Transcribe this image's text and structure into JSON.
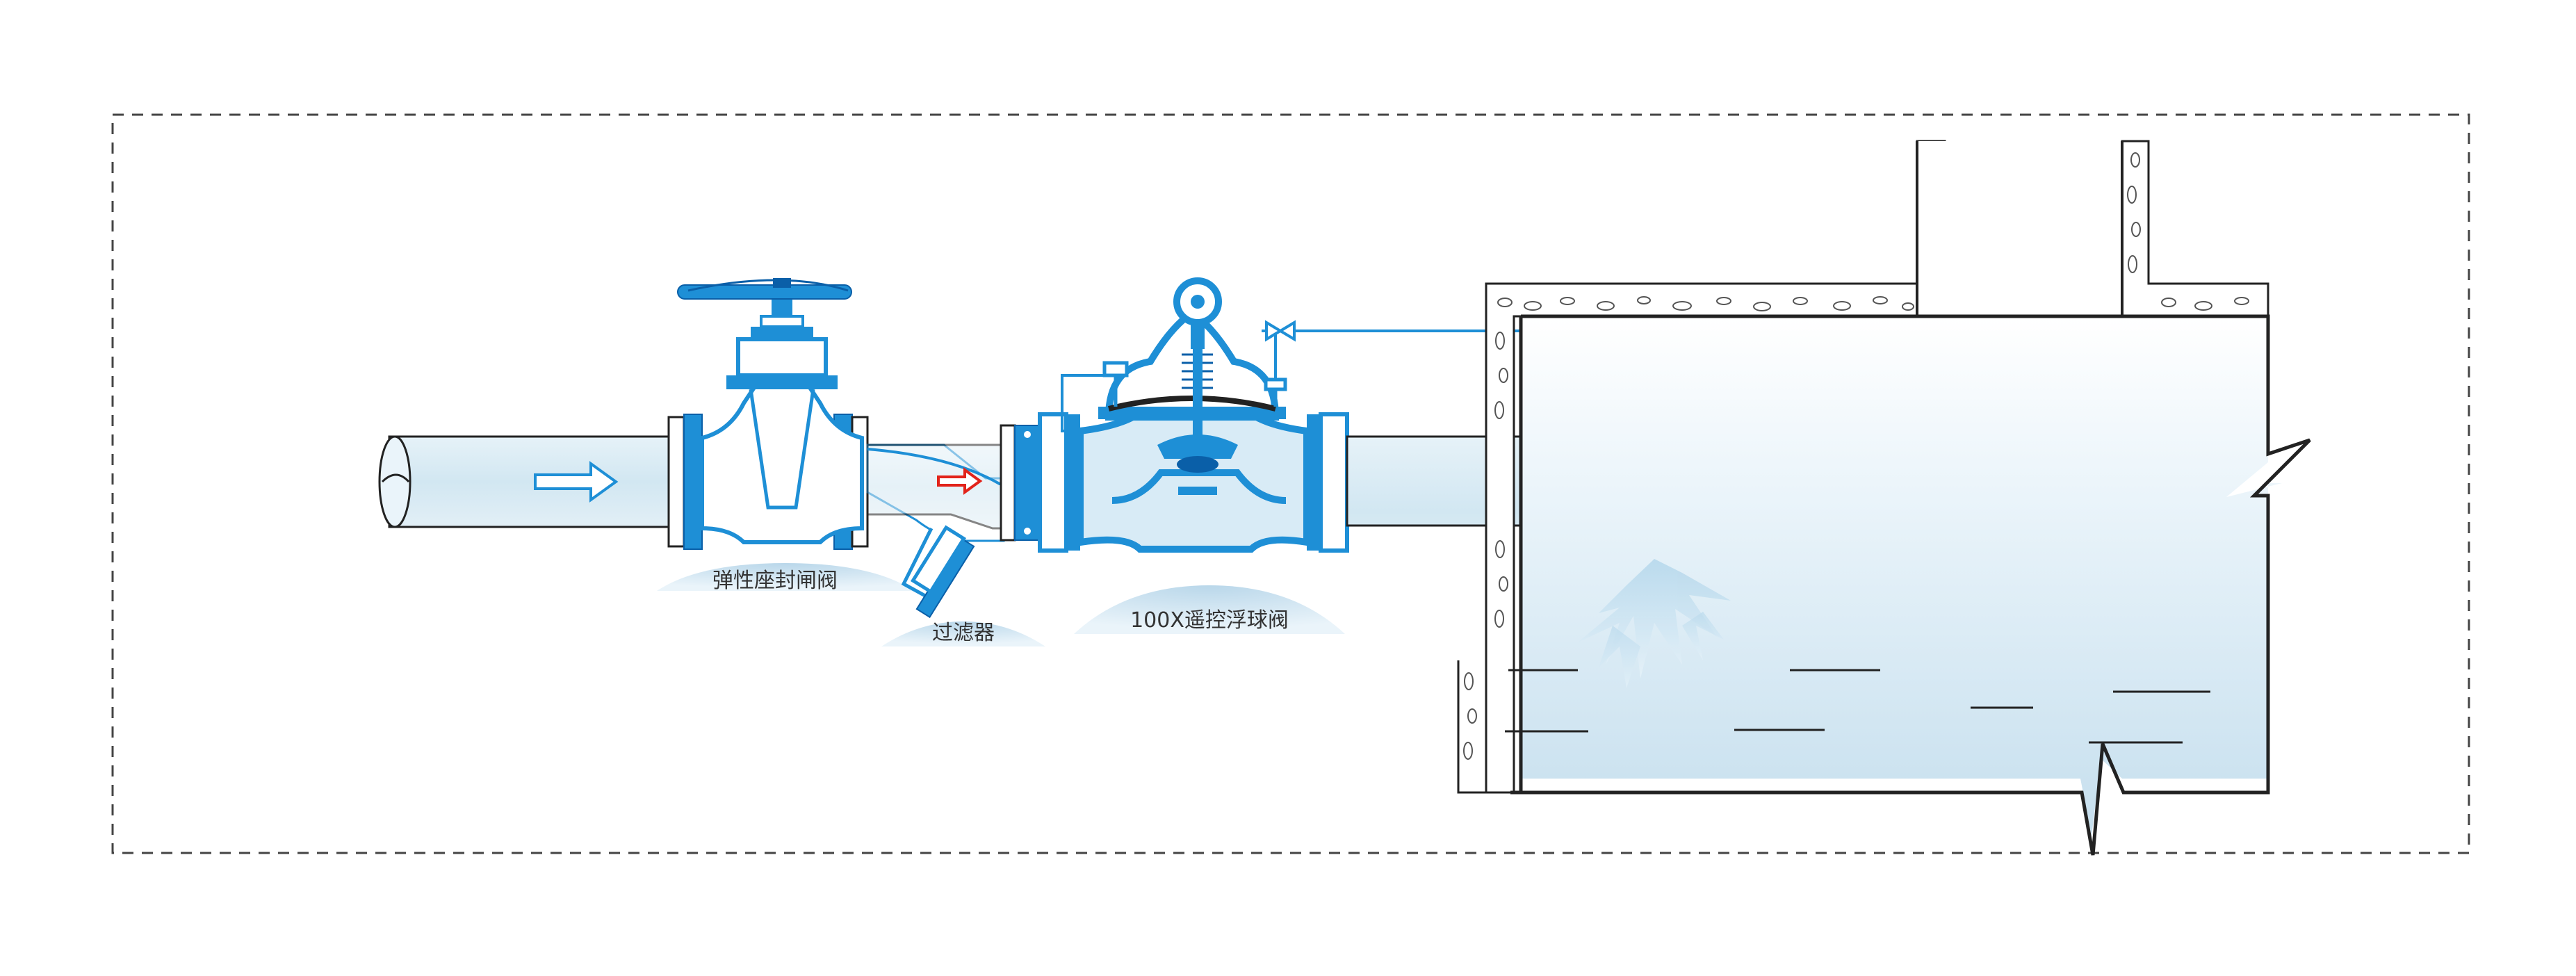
{
  "labels": {
    "gate_valve": "弹性座封闸阀",
    "filter": "过滤器",
    "float_valve": "100X遥控浮球阀"
  },
  "colors": {
    "valve_blue": "#1e8fd6",
    "valve_dark": "#0a5fa8",
    "pipe_fill": "#d9ecf5",
    "water_top": "#f4fafd",
    "water_bottom": "#c8e1ef",
    "wall": "#222222",
    "flow_arrow_inlet": "#1e8fd6",
    "flow_arrow_filter": "#e2231a",
    "label_plate": "#cfe3ef"
  },
  "icons": {
    "inlet_flow": "arrow-right-icon",
    "filter_flow": "arrow-right-icon"
  }
}
